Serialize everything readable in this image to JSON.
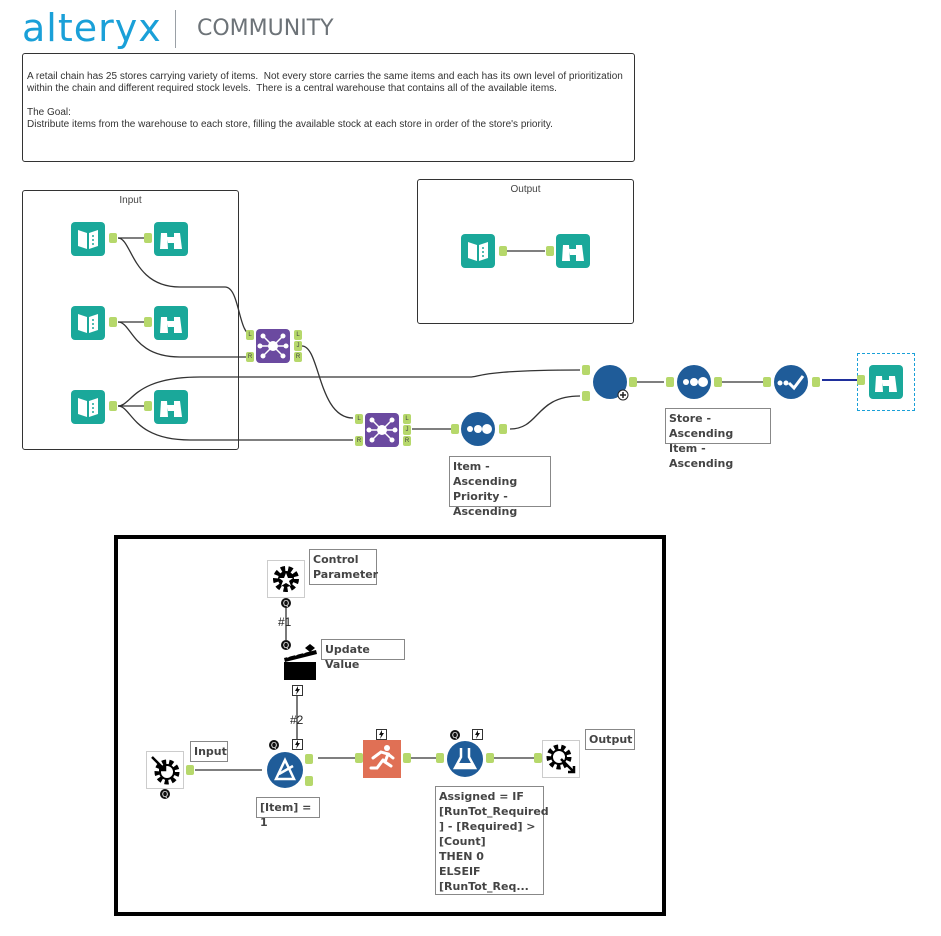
{
  "header": {
    "brand": "alteryx",
    "section": "COMMUNITY"
  },
  "description": {
    "paragraph": "A retail chain has 25 stores carrying variety of items.  Not every store carries the same items and each has its own level of prioritization within the chain and different required stock levels.  There is a central warehouse that contains all of the available items.",
    "goal_title": "The Goal:",
    "goal_text": "Distribute items from the warehouse to each store, filling the available stock at each store in order of the store's priority."
  },
  "containers": {
    "input_title": "Input",
    "output_title": "Output"
  },
  "anchors": {
    "L": "L",
    "J": "J",
    "R": "R"
  },
  "annotations": {
    "sort1": [
      "Item - Ascending",
      "Priority -",
      "Ascending"
    ],
    "sort2": [
      "Store - Ascending",
      "Item - Ascending"
    ]
  },
  "macro": {
    "control_parameter": [
      "Control",
      "Parameter"
    ],
    "update_value": "Update Value",
    "input": "Input",
    "output": "Output",
    "filter_expr": "[Item] = 1",
    "label_1": "#1",
    "label_2": "#2",
    "formula": [
      "Assigned = IF",
      "[RunTot_Required",
      "] - [Required] >",
      "[Count]",
      "THEN 0",
      "ELSEIF",
      "[RunTot_Req..."
    ]
  },
  "colors": {
    "teal": "#1aa89a",
    "navy": "#1f5c99",
    "purple": "#6b4aa0",
    "anchor": "#b6d86b",
    "brand": "#1aa0d8",
    "orange": "#e07055"
  },
  "icons": [
    "input-data-icon",
    "browse-icon",
    "join-icon",
    "sort-icon",
    "union-icon",
    "running-total-icon",
    "control-parameter-icon",
    "action-icon",
    "macro-input-icon",
    "filter-icon",
    "detour-icon",
    "formula-icon",
    "macro-output-icon"
  ]
}
